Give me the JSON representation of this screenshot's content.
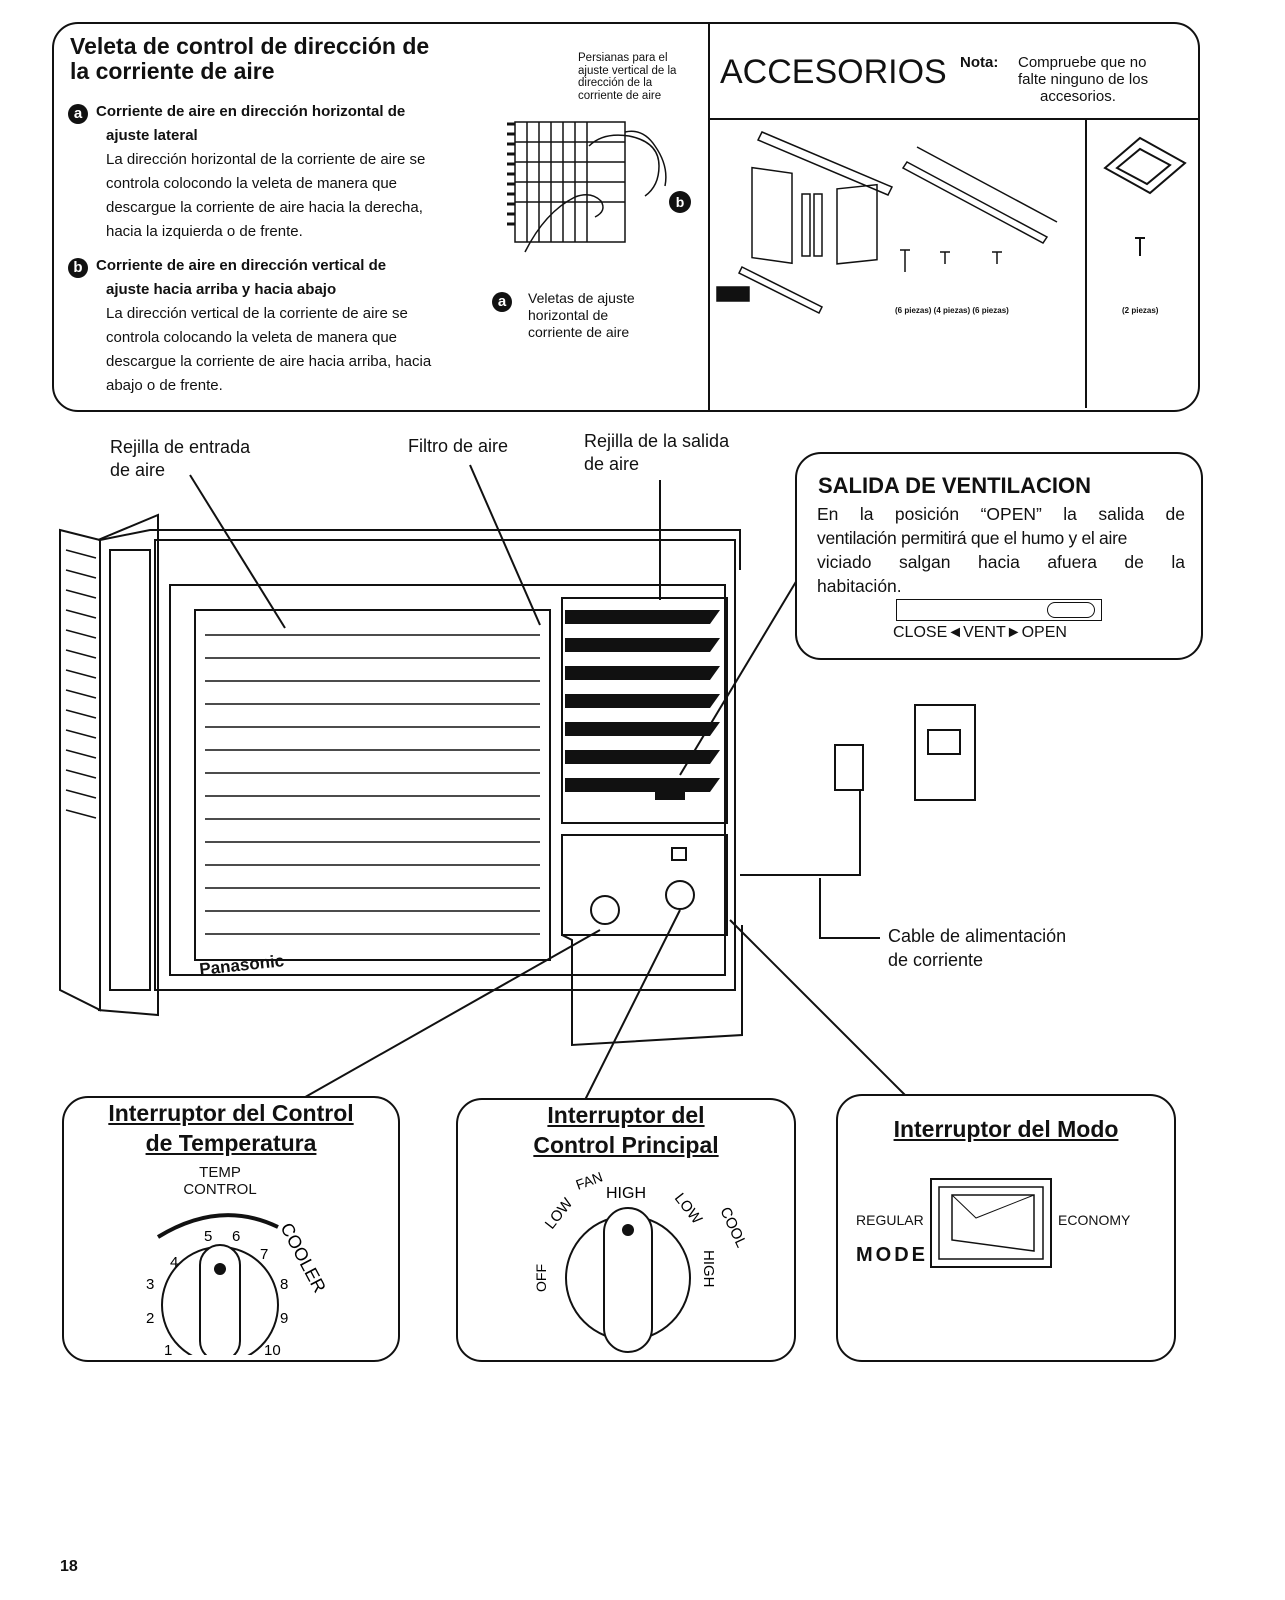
{
  "veleta": {
    "title_1": "Veleta de control de dirección de",
    "title_2": "la corriente de aire",
    "a_marker": "a",
    "a_title_1": "Corriente de aire en dirección horizontal de",
    "a_title_2": "ajuste lateral",
    "a_body": [
      "La dirección horizontal de la corriente de aire se",
      "controla colocondo la veleta de manera que",
      "descargue la corriente de aire hacia la derecha,",
      "hacia la izquierda o de frente."
    ],
    "b_marker": "b",
    "b_title_1": "Corriente de aire en dirección vertical de",
    "b_title_2": "ajuste hacia arriba y hacia abajo",
    "b_body": [
      "La dirección vertical de la corriente de aire se",
      "controla colocando la veleta de manera que",
      "descargue la corriente de aire hacia arriba, hacia",
      "abajo o de frente."
    ],
    "persianas_label": [
      "Persianas para el",
      "ajuste vertical de la",
      "dirección de la",
      "corriente de aire"
    ],
    "veletas_label": [
      "Veletas de ajuste",
      "horizontal de",
      "corriente de aire"
    ]
  },
  "accesorios": {
    "title": "ACCESORIOS",
    "nota_label": "Nota:",
    "nota_text": [
      "Compruebe que no",
      "falte ninguno de los",
      "accesorios."
    ],
    "pieces_main": "(6 piezas) (4 piezas) (6 piezas)",
    "pieces_side": "(2 piezas)"
  },
  "unit_labels": {
    "rejilla_entrada": [
      "Rejilla de entrada",
      "de aire"
    ],
    "filtro": "Filtro de aire",
    "rejilla_salida": [
      "Rejilla de la salida",
      "de aire"
    ],
    "cable": [
      "Cable de alimentación",
      "de corriente"
    ],
    "brand": "Panasonic"
  },
  "ventilacion": {
    "title": "SALIDA DE VENTILACION",
    "body": [
      "En la posición “OPEN” la salida de",
      "ventilación permitirá que el humo y el aire",
      "viciado salgan hacia afuera de la",
      "habitación."
    ],
    "slider_label": "CLOSE◄VENT►OPEN"
  },
  "temp_control": {
    "title_1": "Interruptor del Control",
    "title_2": "de Temperatura",
    "dial_label_1": "TEMP",
    "dial_label_2": "CONTROL",
    "numbers": [
      "1",
      "2",
      "3",
      "4",
      "5",
      "6",
      "7",
      "8",
      "9",
      "10"
    ],
    "cooler": "COOLER"
  },
  "main_control": {
    "title_1": "Interruptor del",
    "title_2": "Control Principal",
    "fan": "FAN",
    "off": "OFF",
    "low1": "LOW",
    "high1": "HIGH",
    "low2": "LOW",
    "cool": "COOL",
    "high2": "HIGH"
  },
  "mode": {
    "title": "Interruptor del Modo",
    "regular": "REGULAR",
    "economy": "ECONOMY",
    "mode": "MODE"
  },
  "page_number": "18"
}
